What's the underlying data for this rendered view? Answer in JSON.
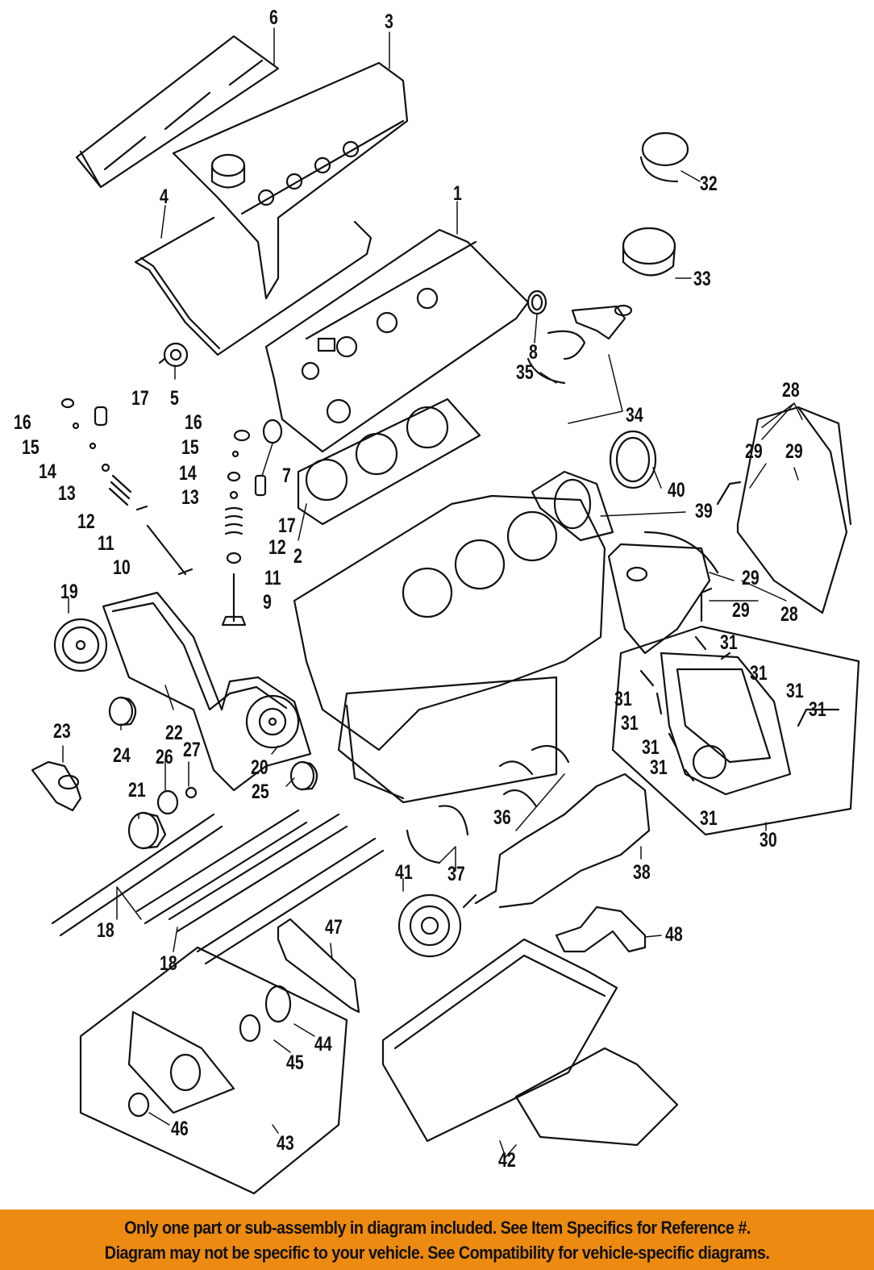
{
  "diagram": {
    "title": "Engine parts exploded view",
    "line_color": "#111111",
    "callouts": [
      {
        "id": "c6",
        "label": "6"
      },
      {
        "id": "c3",
        "label": "3"
      },
      {
        "id": "c4",
        "label": "4"
      },
      {
        "id": "c1",
        "label": "1"
      },
      {
        "id": "c5",
        "label": "5"
      },
      {
        "id": "c32",
        "label": "32"
      },
      {
        "id": "c33",
        "label": "33"
      },
      {
        "id": "c8",
        "label": "8"
      },
      {
        "id": "c35",
        "label": "35"
      },
      {
        "id": "c34",
        "label": "34"
      },
      {
        "id": "c16a",
        "label": "16"
      },
      {
        "id": "c17a",
        "label": "17"
      },
      {
        "id": "c15a",
        "label": "15"
      },
      {
        "id": "c14a",
        "label": "14"
      },
      {
        "id": "c13a",
        "label": "13"
      },
      {
        "id": "c12a",
        "label": "12"
      },
      {
        "id": "c11a",
        "label": "11"
      },
      {
        "id": "c10",
        "label": "10"
      },
      {
        "id": "c16b",
        "label": "16"
      },
      {
        "id": "c15b",
        "label": "15"
      },
      {
        "id": "c14b",
        "label": "14"
      },
      {
        "id": "c13b",
        "label": "13"
      },
      {
        "id": "c12b",
        "label": "12"
      },
      {
        "id": "c11b",
        "label": "11"
      },
      {
        "id": "c9",
        "label": "9"
      },
      {
        "id": "c7",
        "label": "7"
      },
      {
        "id": "c17b",
        "label": "17"
      },
      {
        "id": "c2",
        "label": "2"
      },
      {
        "id": "c28a",
        "label": "28"
      },
      {
        "id": "c29a",
        "label": "29"
      },
      {
        "id": "c29b",
        "label": "29"
      },
      {
        "id": "c40",
        "label": "40"
      },
      {
        "id": "c39",
        "label": "39"
      },
      {
        "id": "c29c",
        "label": "29"
      },
      {
        "id": "c29d",
        "label": "29"
      },
      {
        "id": "c28b",
        "label": "28"
      },
      {
        "id": "c19",
        "label": "19"
      },
      {
        "id": "c31a",
        "label": "31"
      },
      {
        "id": "c31b",
        "label": "31"
      },
      {
        "id": "c31c",
        "label": "31"
      },
      {
        "id": "c31d",
        "label": "31"
      },
      {
        "id": "c31e",
        "label": "31"
      },
      {
        "id": "c31f",
        "label": "31"
      },
      {
        "id": "c31g",
        "label": "31"
      },
      {
        "id": "c31h",
        "label": "31"
      },
      {
        "id": "c31i",
        "label": "31"
      },
      {
        "id": "c30",
        "label": "30"
      },
      {
        "id": "c23",
        "label": "23"
      },
      {
        "id": "c24",
        "label": "24"
      },
      {
        "id": "c22",
        "label": "22"
      },
      {
        "id": "c26",
        "label": "26"
      },
      {
        "id": "c27",
        "label": "27"
      },
      {
        "id": "c20",
        "label": "20"
      },
      {
        "id": "c25",
        "label": "25"
      },
      {
        "id": "c21",
        "label": "21"
      },
      {
        "id": "c36",
        "label": "36"
      },
      {
        "id": "c37",
        "label": "37"
      },
      {
        "id": "c38",
        "label": "38"
      },
      {
        "id": "c41",
        "label": "41"
      },
      {
        "id": "c18a",
        "label": "18"
      },
      {
        "id": "c18b",
        "label": "18"
      },
      {
        "id": "c47",
        "label": "47"
      },
      {
        "id": "c48",
        "label": "48"
      },
      {
        "id": "c44",
        "label": "44"
      },
      {
        "id": "c45",
        "label": "45"
      },
      {
        "id": "c46",
        "label": "46"
      },
      {
        "id": "c43",
        "label": "43"
      },
      {
        "id": "c42",
        "label": "42"
      }
    ]
  },
  "banner": {
    "background": "#ec8a12",
    "line1": "Only one part or sub-assembly in diagram included. See Item Specifics for Reference #.",
    "line2": "Diagram may not be specific to your vehicle. See Compatibility for vehicle-specific diagrams."
  }
}
